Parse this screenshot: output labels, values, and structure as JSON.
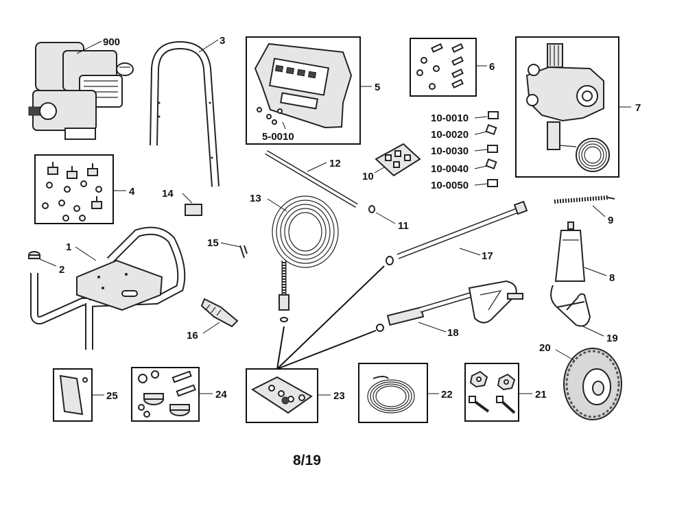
{
  "diagram": {
    "page_number": "8/19",
    "callouts": {
      "engine": "900",
      "handle": "3",
      "control_panel": "5",
      "panel_hardware": "5-0010",
      "panel_fasteners": "6",
      "pump": "7",
      "pump_part_1": "10-0010",
      "pump_part_2": "10-0020",
      "pump_part_3": "10-0030",
      "pump_part_4": "10-0040",
      "pump_part_5": "10-0050",
      "vibration_mounts": "4",
      "extension_tube": "12",
      "nozzle_kit": "10",
      "o_ring": "11",
      "hose": "13",
      "label": "14",
      "pin": "15",
      "frame": "1",
      "cap": "2",
      "spring": "9",
      "filter_funnel": "8",
      "wand": "17",
      "spray_gun": "18",
      "hook": "19",
      "wheel": "20",
      "turbo_nozzle": "16",
      "manual": "25",
      "hardware_kit": "24",
      "nozzle_holder": "23",
      "garden_hose": "22",
      "wheel_hardware": "21"
    }
  }
}
